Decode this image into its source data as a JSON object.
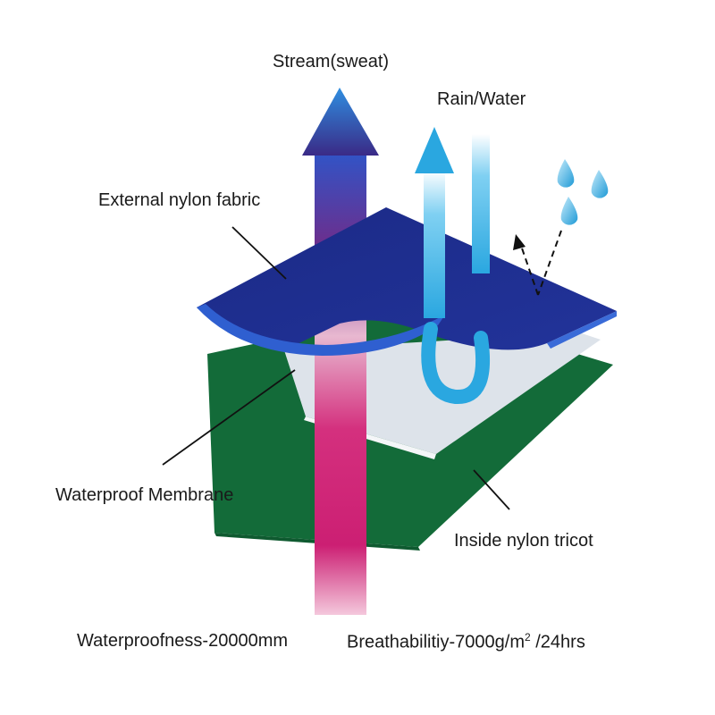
{
  "labels": {
    "steam": "Stream(sweat)",
    "rain": "Rain/Water",
    "external": "External nylon fabric",
    "membrane": "Waterproof Membrane",
    "inside": "Inside nylon tricot",
    "waterproofness": "Waterproofness-20000mm",
    "breathability_prefix": "Breathabilitiy-7000g/m",
    "breathability_exp": "2",
    "breathability_suffix": " /24hrs"
  },
  "colors": {
    "outer_fabric": "#1e2f8f",
    "outer_fabric_edge": "#2f5fd0",
    "membrane": "#dde3ea",
    "tricot": "#136b39",
    "steam_top": "#2f55c8",
    "steam_bottom": "#cc1f73",
    "water": "#2aa7e0"
  },
  "icons": [
    "water-drop-icon",
    "deflection-arrow-icon"
  ]
}
